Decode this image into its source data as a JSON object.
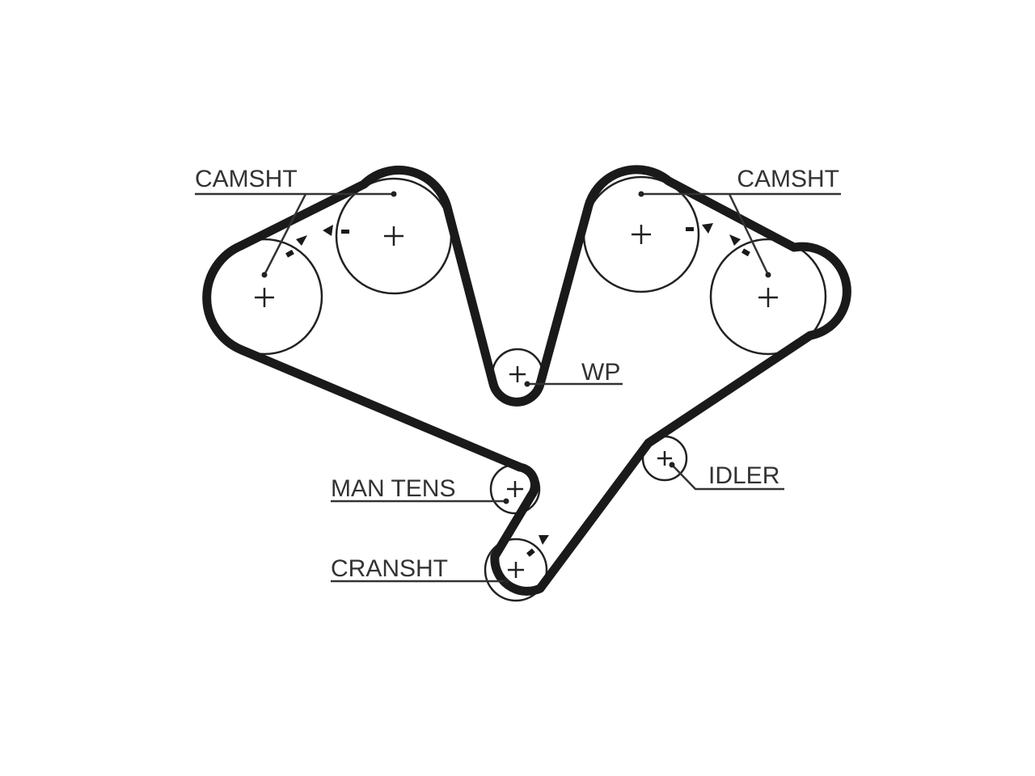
{
  "labels": {
    "camshaft_left": "CAMSHT",
    "camshaft_right": "CAMSHT",
    "water_pump": "WP",
    "idler": "IDLER",
    "manual_tensioner": "MAN TENS",
    "crankshaft": "CRANSHT"
  },
  "colors": {
    "belt": "#1a1a1a",
    "lines": "#222222",
    "text": "#333333",
    "background": "#ffffff"
  }
}
